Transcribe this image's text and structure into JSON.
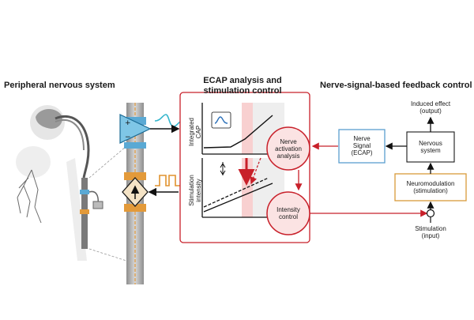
{
  "headings": {
    "left": "Peripheral nervous system",
    "middle_line1": "ECAP analysis and",
    "middle_line2": "stimulation control",
    "right": "Nerve-signal-based feedback control"
  },
  "graph": {
    "upper_ylabel_line1": "Integrated",
    "upper_ylabel_line2": "CAP",
    "lower_ylabel_line1": "Stimulation",
    "lower_ylabel_line2": "intensity"
  },
  "circles": {
    "analysis_line1": "Nerve",
    "analysis_line2": "activation",
    "analysis_line3": "analysis",
    "control_line1": "Intensity",
    "control_line2": "control"
  },
  "boxes": {
    "nerve_signal_line1": "Nerve",
    "nerve_signal_line2": "Signal",
    "nerve_signal_line3": "(ECAP)",
    "nervous_system_line1": "Nervous",
    "nervous_system_line2": "system",
    "neuromodulation_line1": "Neuromodulation",
    "neuromodulation_line2": "(stimulation)"
  },
  "labels": {
    "induced_line1": "Induced effect",
    "induced_line2": "(output)",
    "stimulation_line1": "Stimulation",
    "stimulation_line2": "(input)"
  },
  "colors": {
    "accent_red": "#c8202a",
    "circle_fill": "#fbe3e3",
    "box_blue": "#5a9fcf",
    "box_orange": "#d99a3a",
    "cyan_signal": "#35b6cc",
    "orange_signal": "#e0922e"
  }
}
